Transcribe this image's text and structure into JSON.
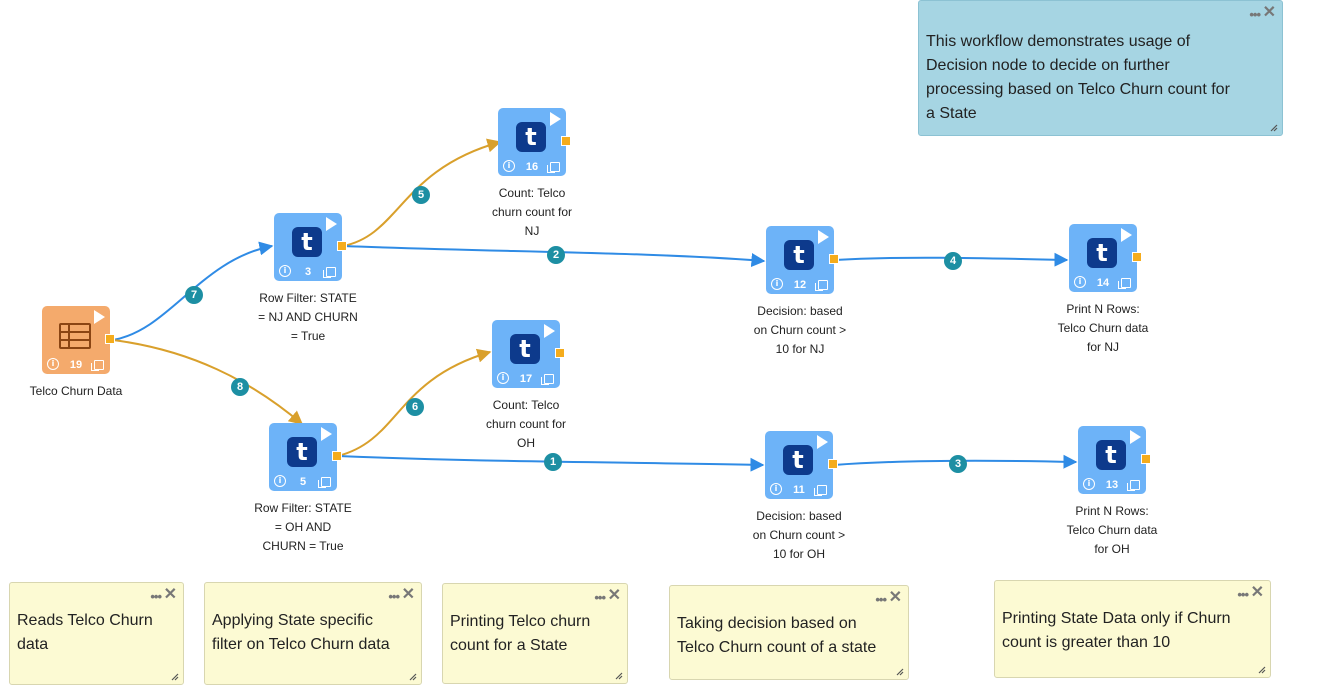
{
  "nodes": [
    {
      "id": "n19",
      "number": "19",
      "label": "Telco Churn Data",
      "type": "source"
    },
    {
      "id": "n3",
      "number": "3",
      "label": "Row Filter: STATE = NJ AND CHURN = True",
      "type": "transform"
    },
    {
      "id": "n5",
      "number": "5",
      "label": "Row Filter: STATE = OH AND CHURN = True",
      "type": "transform"
    },
    {
      "id": "n16",
      "number": "16",
      "label": "Count: Telco churn count for NJ",
      "type": "transform"
    },
    {
      "id": "n17",
      "number": "17",
      "label": "Count: Telco churn count for OH",
      "type": "transform"
    },
    {
      "id": "n12",
      "number": "12",
      "label": "Decision: based on Churn count > 10 for NJ",
      "type": "transform"
    },
    {
      "id": "n11",
      "number": "11",
      "label": "Decision: based on Churn count > 10 for OH",
      "type": "transform"
    },
    {
      "id": "n14",
      "number": "14",
      "label": "Print N Rows: Telco Churn data for NJ",
      "type": "transform"
    },
    {
      "id": "n13",
      "number": "13",
      "label": "Print N Rows: Telco Churn data for OH",
      "type": "transform"
    }
  ],
  "edges": [
    {
      "from": "n19",
      "to": "n3",
      "label": "7",
      "color": "#2f8be5"
    },
    {
      "from": "n19",
      "to": "n5",
      "label": "8",
      "color": "#d9a02c"
    },
    {
      "from": "n3",
      "to": "n16",
      "label": "5",
      "color": "#d9a02c"
    },
    {
      "from": "n3",
      "to": "n12",
      "label": "2",
      "color": "#2f8be5"
    },
    {
      "from": "n5",
      "to": "n17",
      "label": "6",
      "color": "#d9a02c"
    },
    {
      "from": "n5",
      "to": "n11",
      "label": "1",
      "color": "#2f8be5"
    },
    {
      "from": "n12",
      "to": "n14",
      "label": "4",
      "color": "#2f8be5"
    },
    {
      "from": "n11",
      "to": "n13",
      "label": "3",
      "color": "#2f8be5"
    }
  ],
  "notes": [
    {
      "text": "This workflow demonstrates usage of Decision node to decide on further processing based on Telco Churn count for a State",
      "color": "blue"
    },
    {
      "text": "Reads Telco Churn data",
      "color": "yellow"
    },
    {
      "text": "Applying State specific filter on Telco Churn data",
      "color": "yellow"
    },
    {
      "text": "Printing Telco churn count for a State",
      "color": "yellow"
    },
    {
      "text": "Taking decision based on Telco Churn count of a state",
      "color": "yellow"
    },
    {
      "text": "Printing State Data only if Churn count is greater than 10",
      "color": "yellow"
    }
  ],
  "node_icons": {
    "source": "table-icon",
    "transform": "t-logo-icon"
  },
  "colors": {
    "node_blue": "#6db3f8",
    "node_orange": "#f4aa6c",
    "link_blue": "#2f8be5",
    "link_gold": "#d9a02c",
    "badge": "#1d8fa3"
  }
}
